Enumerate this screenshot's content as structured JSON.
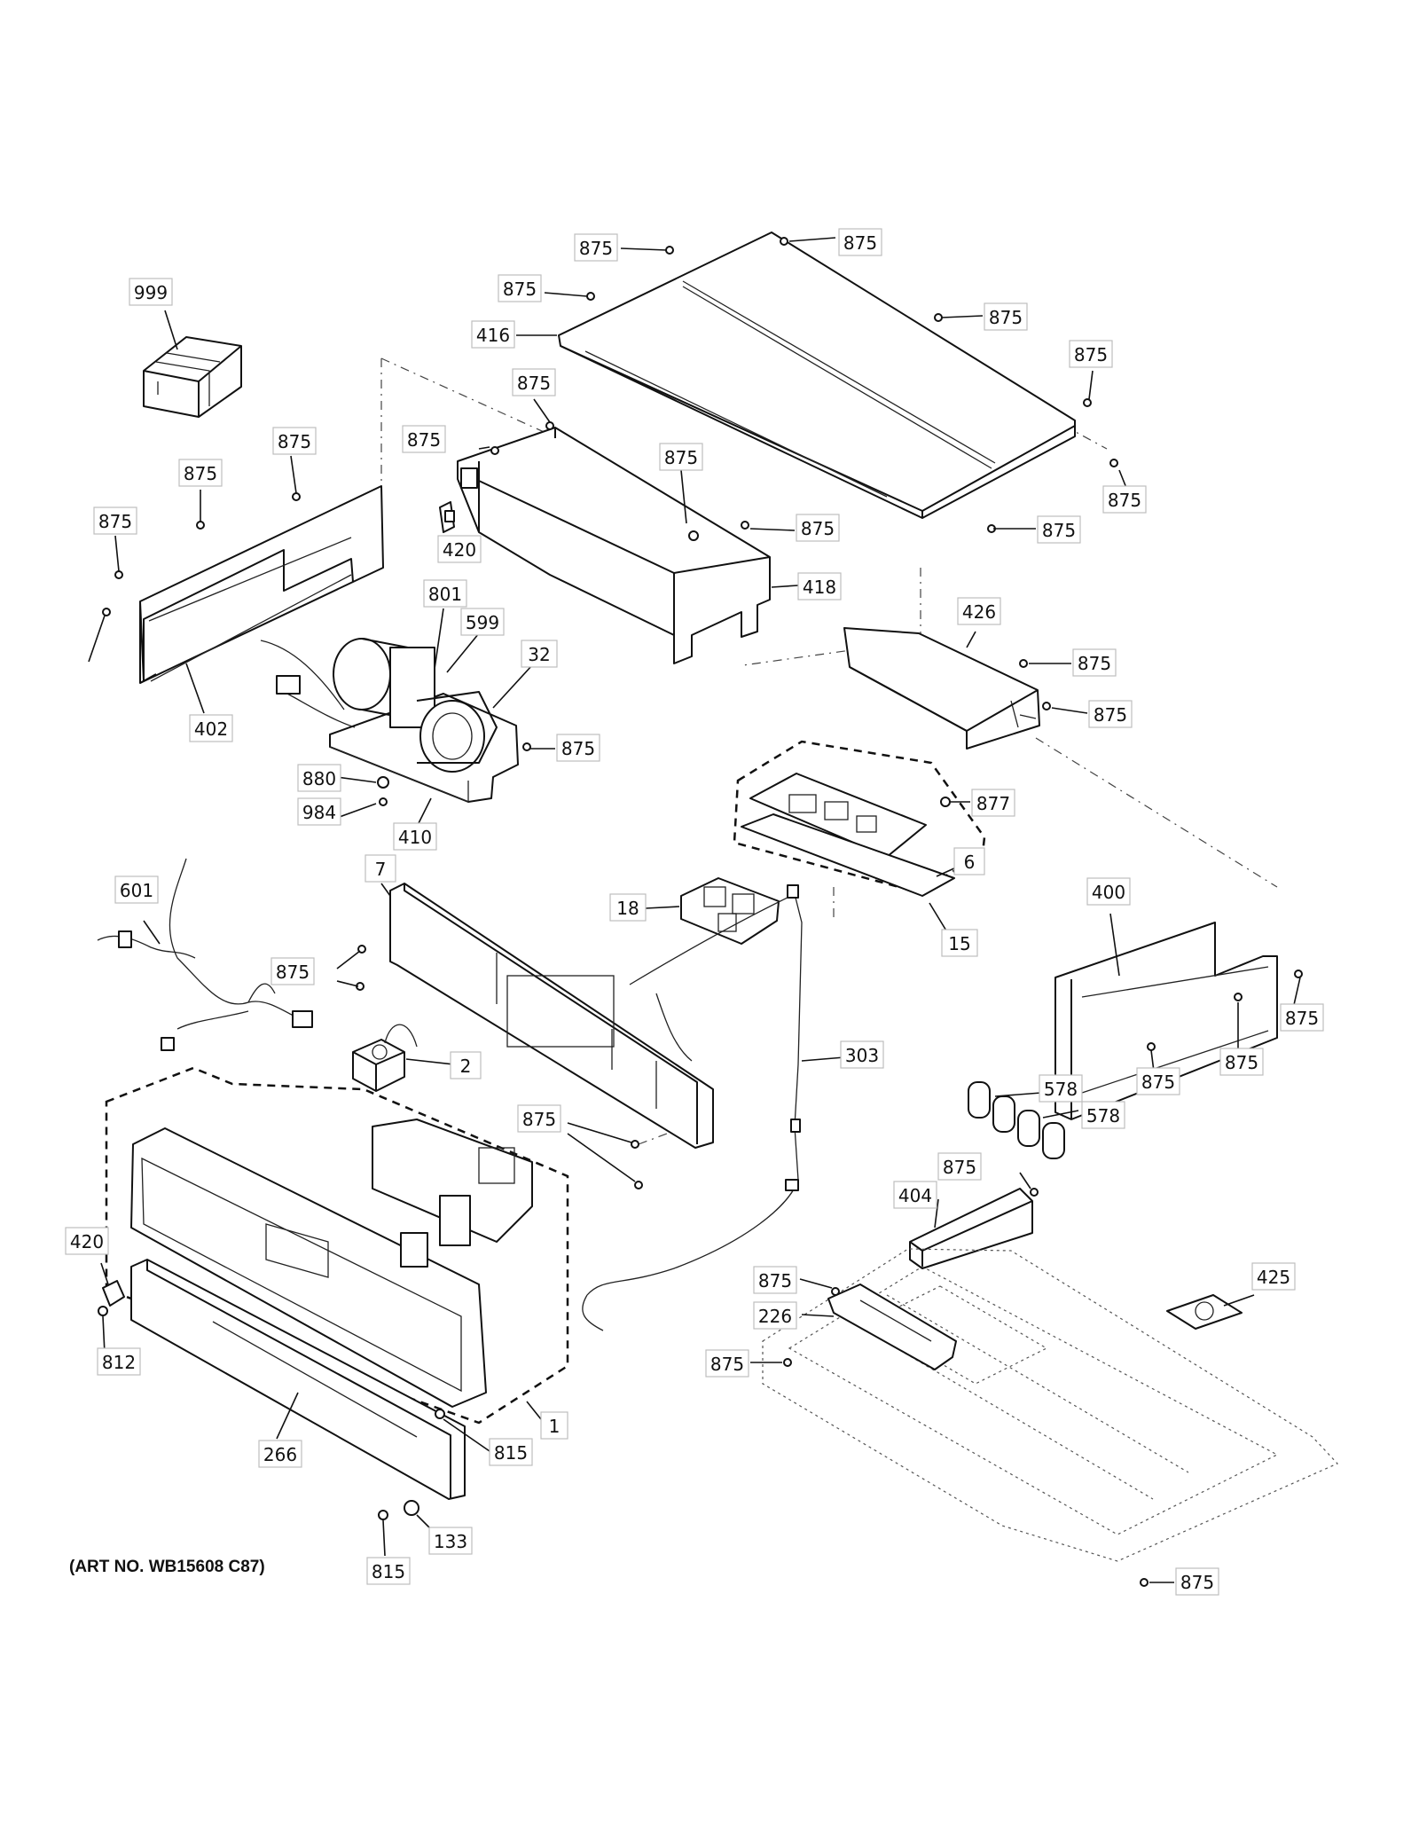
{
  "art_note": "(ART NO. WB15608 C87)",
  "callouts": {
    "c01": "875",
    "c02": "875",
    "c03": "875",
    "c04": "416",
    "c05": "875",
    "c06": "875",
    "c07": "999",
    "c08": "875",
    "c09": "875",
    "c10": "875",
    "c11": "875",
    "c12": "875",
    "c13": "875",
    "c14": "875",
    "c15": "420",
    "c16": "418",
    "c17": "875",
    "c18": "875",
    "c19": "402",
    "c20": "801",
    "c21": "599",
    "c22": "32",
    "c23": "426",
    "c24": "875",
    "c25": "875",
    "c26": "875",
    "c27": "880",
    "c28": "984",
    "c29": "410",
    "c30": "877",
    "c31": "6",
    "c32": "601",
    "c33": "7",
    "c34": "18",
    "c35": "15",
    "c36": "400",
    "c37": "875",
    "c38": "875",
    "c39": "303",
    "c40": "2",
    "c41": "875",
    "c42": "875",
    "c43": "578",
    "c44": "578",
    "c45": "875",
    "c46": "875",
    "c47": "404",
    "c48": "420",
    "c49": "875",
    "c50": "226",
    "c51": "425",
    "c52": "812",
    "c53": "875",
    "c54": "1",
    "c55": "815",
    "c56": "266",
    "c57": "133",
    "c58": "815",
    "c59": "875"
  }
}
